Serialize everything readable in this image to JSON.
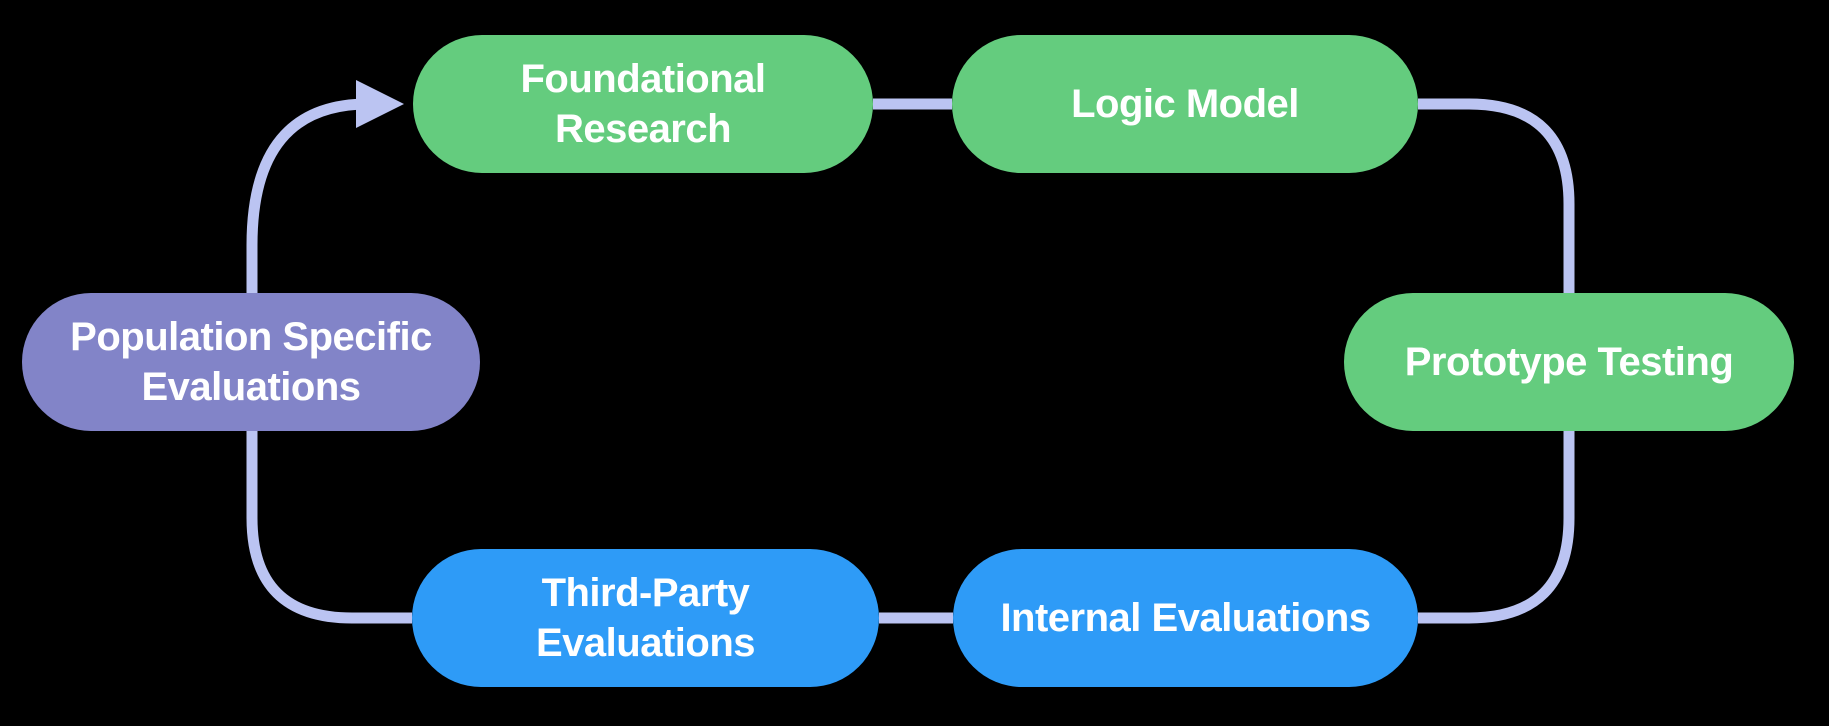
{
  "colors": {
    "background": "#000000",
    "connector": "#BBC4F2",
    "green": "#64CC7E",
    "blue": "#2E9BF7",
    "purple": "#8284C8",
    "text": "#FFFFFF"
  },
  "diagram": {
    "type": "cycle",
    "arrow_points_to": "Foundational Research",
    "nodes": [
      {
        "id": "foundational-research",
        "lines": [
          "Foundational",
          "Research"
        ],
        "color": "#64CC7E"
      },
      {
        "id": "logic-model",
        "lines": [
          "Logic Model"
        ],
        "color": "#64CC7E"
      },
      {
        "id": "prototype-testing",
        "lines": [
          "Prototype Testing"
        ],
        "color": "#64CC7E"
      },
      {
        "id": "internal-evaluations",
        "lines": [
          "Internal Evaluations"
        ],
        "color": "#2E9BF7"
      },
      {
        "id": "third-party-evaluations",
        "lines": [
          "Third-Party",
          "Evaluations"
        ],
        "color": "#2E9BF7"
      },
      {
        "id": "population-specific-evaluations",
        "lines": [
          "Population Specific",
          "Evaluations"
        ],
        "color": "#8284C8"
      }
    ]
  }
}
